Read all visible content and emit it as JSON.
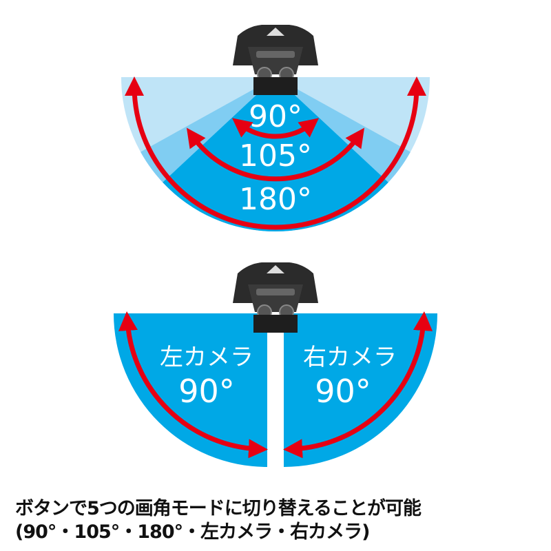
{
  "colors": {
    "light": "#bfe4f7",
    "mid": "#80cdf2",
    "dark": "#00a8e6",
    "arrow": "#e60012",
    "camera": "#2b2b2b"
  },
  "top_diagram": {
    "labels": [
      "90°",
      "105°",
      "180°"
    ]
  },
  "bottom_diagram": {
    "left": {
      "name": "左カメラ",
      "angle": "90°"
    },
    "right": {
      "name": "右カメラ",
      "angle": "90°"
    }
  },
  "caption": {
    "line1": "ボタンで5つの画角モードに切り替えることが可能",
    "line2": "(90°・105°・180°・左カメラ・右カメラ)"
  }
}
